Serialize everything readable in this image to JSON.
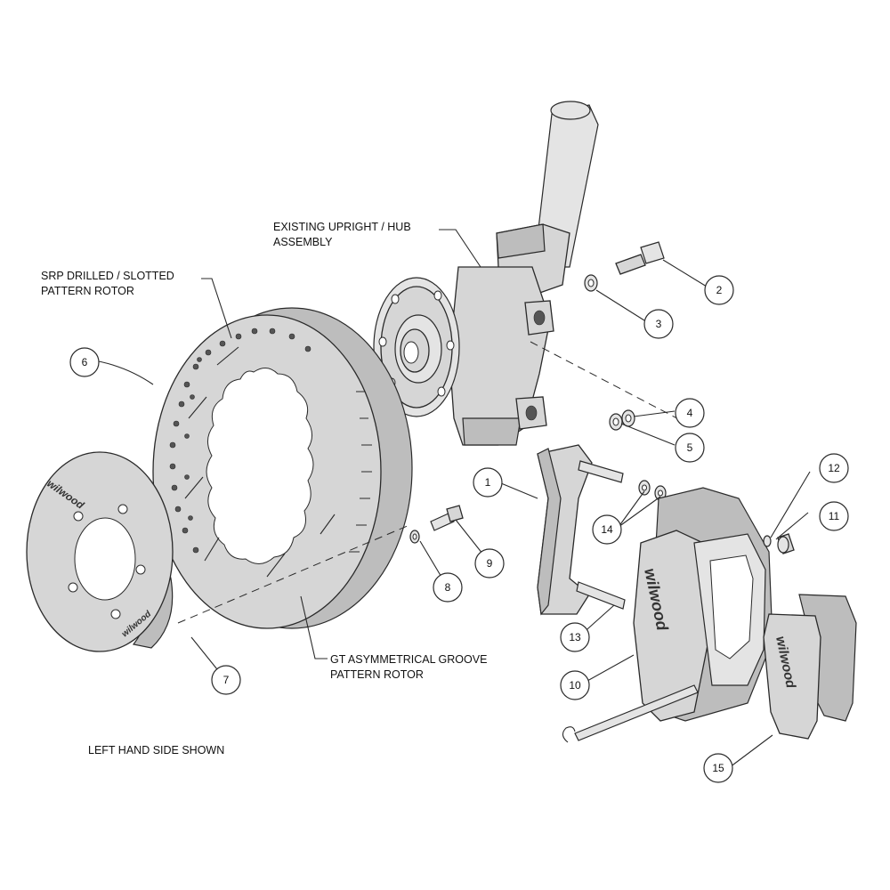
{
  "labels": {
    "upright_line1": "EXISTING UPRIGHT / HUB",
    "upright_line2": "ASSEMBLY",
    "srp_line1": "SRP DRILLED / SLOTTED",
    "srp_line2": "PATTERN ROTOR",
    "gt_line1": "GT ASYMMETRICAL GROOVE",
    "gt_line2": "PATTERN ROTOR",
    "side_note": "LEFT HAND SIDE SHOWN"
  },
  "brand": "wilwood",
  "callouts": [
    "1",
    "2",
    "3",
    "4",
    "5",
    "6",
    "7",
    "8",
    "9",
    "10",
    "11",
    "12",
    "13",
    "14",
    "15"
  ]
}
